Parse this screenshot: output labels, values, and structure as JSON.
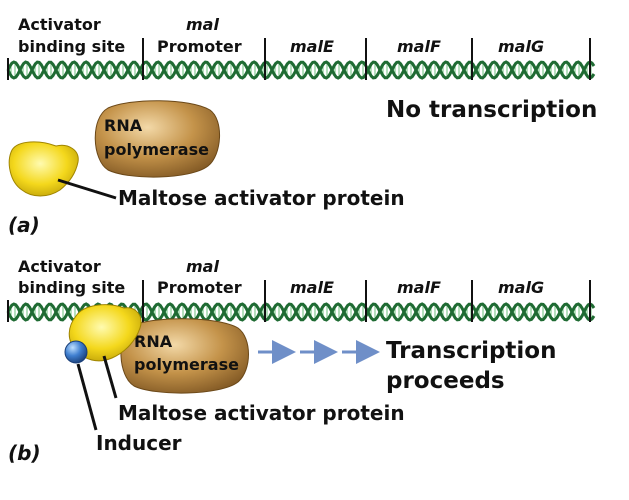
{
  "panel_a": {
    "label": "(a)",
    "site_labels": {
      "activator_line1": "Activator",
      "activator_line2": "binding site",
      "mal": "mal",
      "promoter": "Promoter",
      "malE": "malE",
      "malF": "malF",
      "malG": "malG"
    },
    "rna_polymerase_line1": "RNA",
    "rna_polymerase_line2": "polymerase",
    "activator_protein": "Maltose activator protein",
    "status": "No transcription"
  },
  "panel_b": {
    "label": "(b)",
    "site_labels": {
      "activator_line1": "Activator",
      "activator_line2": "binding site",
      "mal": "mal",
      "promoter": "Promoter",
      "malE": "malE",
      "malF": "malF",
      "malG": "malG"
    },
    "rna_polymerase_line1": "RNA",
    "rna_polymerase_line2": "polymerase",
    "activator_protein": "Maltose activator protein",
    "inducer": "Inducer",
    "status_line1": "Transcription",
    "status_line2": "proceeds"
  },
  "colors": {
    "dna_dark": "#1f6b33",
    "dna_light": "#8fd09a",
    "polymerase": "#b8873e",
    "activator": "#f2d21a",
    "inducer": "#3f7fd0",
    "arrow": "#6f8fc8"
  }
}
